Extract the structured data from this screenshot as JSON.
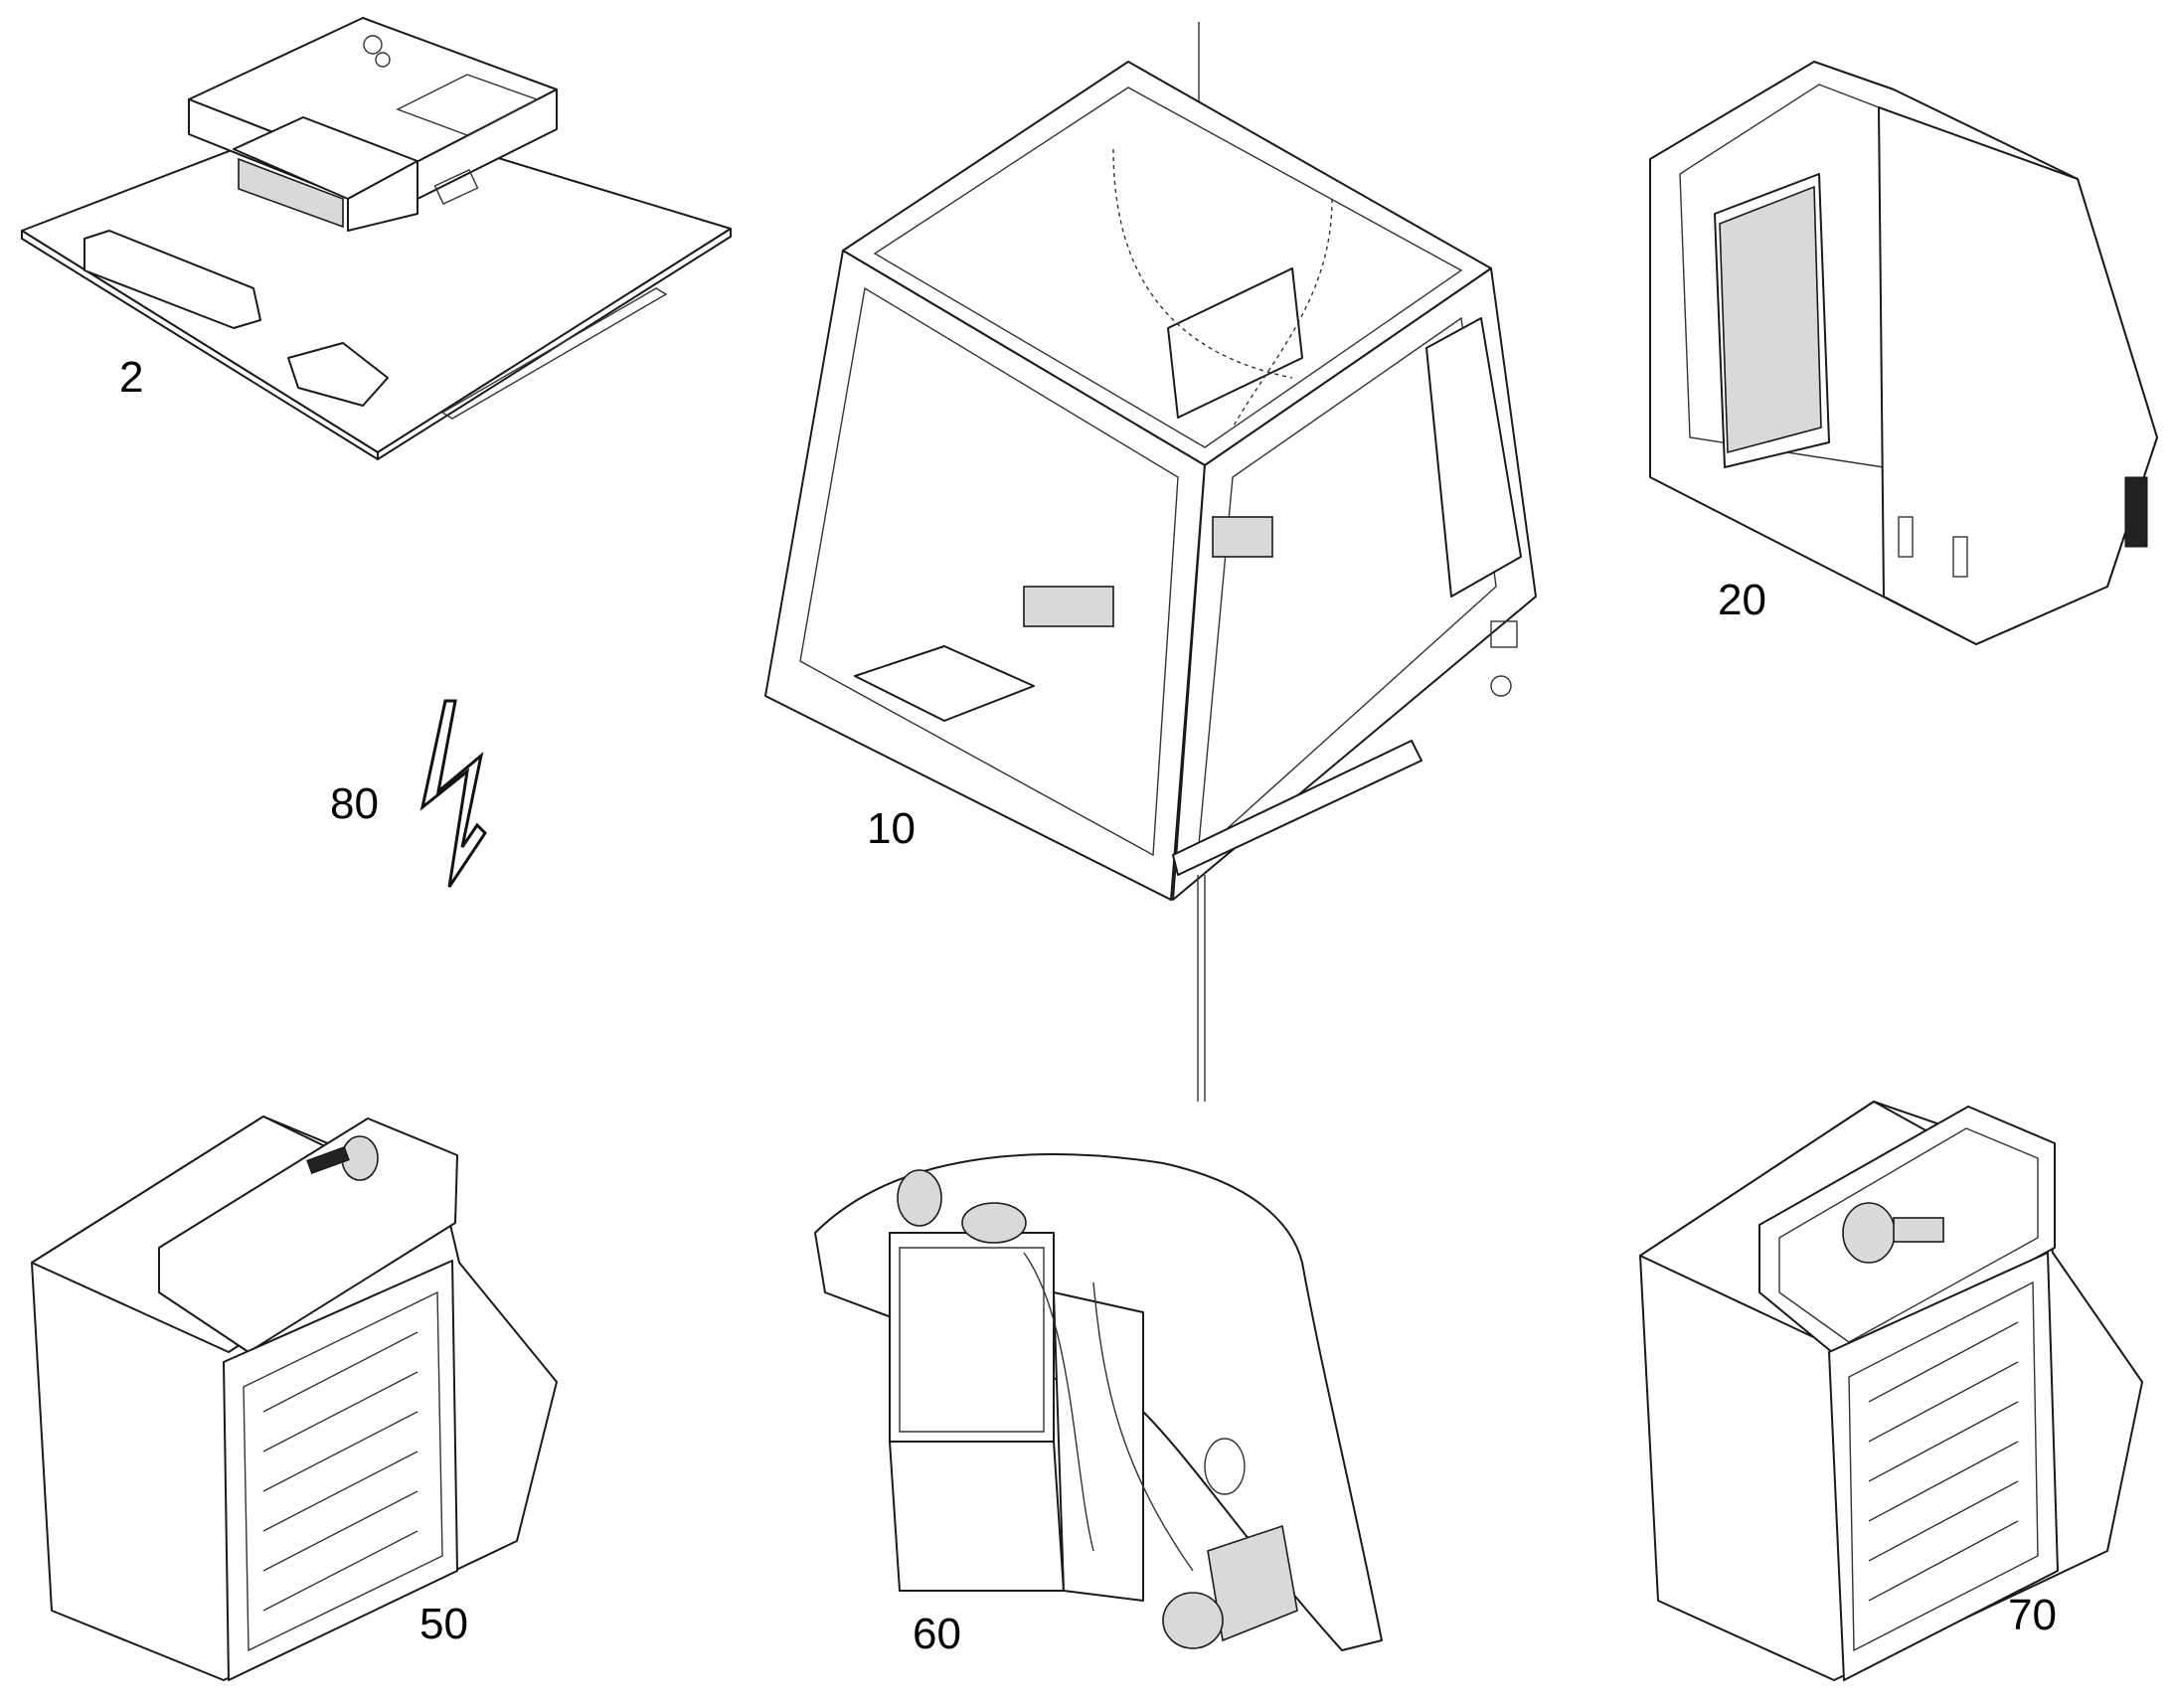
{
  "callouts": {
    "part_2": "2",
    "part_10": "10",
    "part_20": "20",
    "part_50": "50",
    "part_60": "60",
    "part_70": "70",
    "part_80": "80"
  },
  "symbols": {
    "electrical": "lightning-bolt-icon"
  },
  "colors": {
    "line": "#1a1a1a",
    "background": "#ffffff"
  }
}
